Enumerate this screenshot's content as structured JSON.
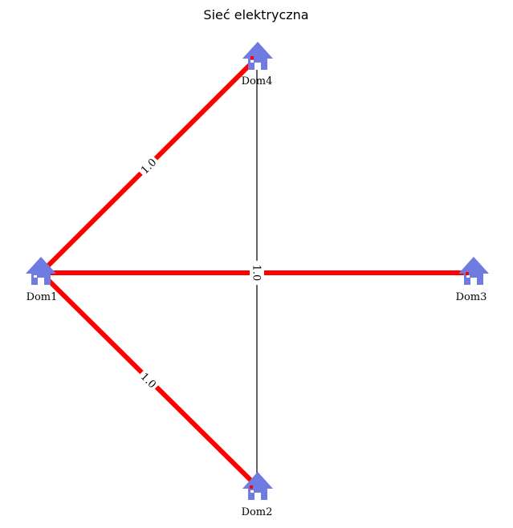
{
  "title": "Sieć elektryczna",
  "colors": {
    "house": "#6f7be0",
    "house_window": "#ffffff",
    "red_edge": "#ff0000",
    "thin_edge": "#000000",
    "marker": "#ff0000",
    "background": "#ffffff"
  },
  "nodes": {
    "dom1": {
      "label": "Dom1",
      "icon": "house-icon"
    },
    "dom2": {
      "label": "Dom2",
      "icon": "house-icon"
    },
    "dom3": {
      "label": "Dom3",
      "icon": "house-icon"
    },
    "dom4": {
      "label": "Dom4",
      "icon": "house-icon"
    }
  },
  "edges": {
    "dom1_dom4": {
      "label": "1.0"
    },
    "dom1_dom2": {
      "label": "1.0"
    },
    "dom1_dom3": {
      "label": "1.0"
    },
    "dom2_dom4": {
      "label": ""
    }
  }
}
